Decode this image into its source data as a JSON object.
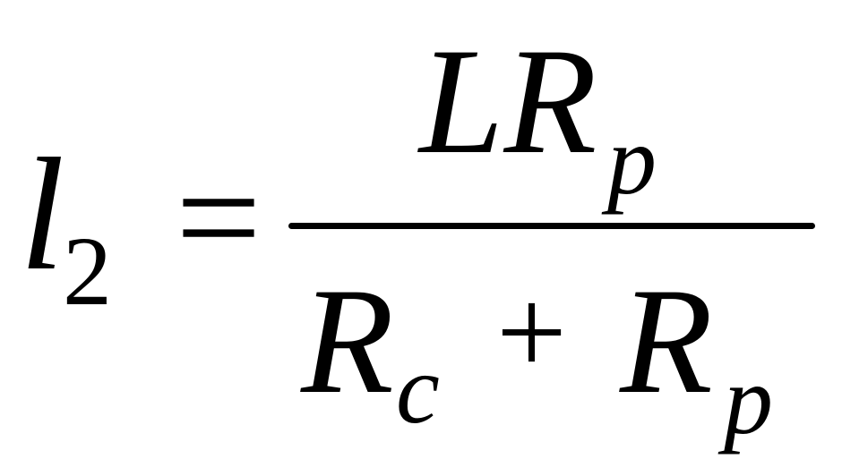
{
  "formula": {
    "lhs": {
      "variable": "l",
      "subscript": "2"
    },
    "equals": "=",
    "numerator": {
      "main": "LR",
      "subscript": "p"
    },
    "denominator": {
      "term1": {
        "main": "R",
        "subscript": "c"
      },
      "operator": "+",
      "term2": {
        "main": "R",
        "subscript": "p"
      }
    }
  }
}
